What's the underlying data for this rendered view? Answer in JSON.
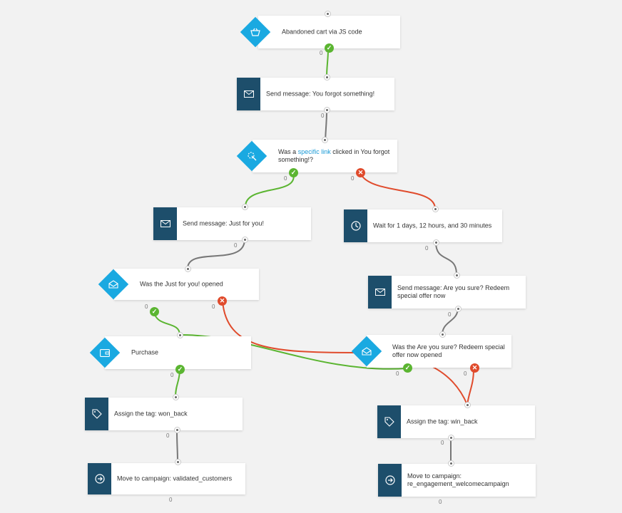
{
  "nodes": {
    "start": {
      "label": "Abandoned cart via JS code",
      "icon": "basket-icon"
    },
    "msg1": {
      "label": "Send message: You forgot something!",
      "icon": "envelope-icon"
    },
    "cond1": {
      "label_pre": "Was a ",
      "label_link": "specific link",
      "label_post": " clicked in You forgot something!?",
      "icon": "cursor-click-icon"
    },
    "msg2": {
      "label": "Send message: Just for you!",
      "icon": "envelope-icon"
    },
    "wait": {
      "label": "Wait for 1 days, 12 hours, and 30 minutes",
      "icon": "clock-icon"
    },
    "cond2": {
      "label": "Was the Just for you! opened",
      "icon": "open-envelope-icon"
    },
    "msg3": {
      "label": "Send message: Are you sure? Redeem special offer now",
      "icon": "envelope-icon"
    },
    "purchase": {
      "label": "Purchase",
      "icon": "wallet-icon"
    },
    "cond3": {
      "label": "Was the Are you sure? Redeem special offer now opened",
      "icon": "open-envelope-icon"
    },
    "tag1": {
      "label": "Assign the tag: won_back",
      "icon": "tag-icon"
    },
    "tag2": {
      "label": "Assign the tag: win_back",
      "icon": "tag-icon"
    },
    "move1": {
      "label": "Move to campaign: validated_customers",
      "icon": "arrow-circle-icon"
    },
    "move2": {
      "label": "Move to campaign: re_engagement_welcomecampaign",
      "icon": "arrow-circle-icon"
    }
  },
  "counters": {
    "start_out": "0",
    "msg1_out": "0",
    "cond1_yes": "0",
    "cond1_no": "0",
    "msg2_out": "0",
    "wait_out": "0",
    "cond2_yes": "0",
    "cond2_no": "0",
    "msg3_out": "0",
    "purchase_out": "0",
    "cond3_yes": "0",
    "cond3_no": "0",
    "tag1_out": "0",
    "tag2_out": "0",
    "move1_out": "0",
    "move2_out": "0"
  },
  "badges": {
    "yes": "✓",
    "no": "✕"
  },
  "colors": {
    "background": "#f2f2f2",
    "action_icon_bg": "#1d4e6b",
    "condition_icon_bg": "#1aa9e1",
    "link_default": "#777777",
    "link_yes": "#5bb531",
    "link_no": "#e04b2c",
    "text_link": "#1a9ad6"
  }
}
